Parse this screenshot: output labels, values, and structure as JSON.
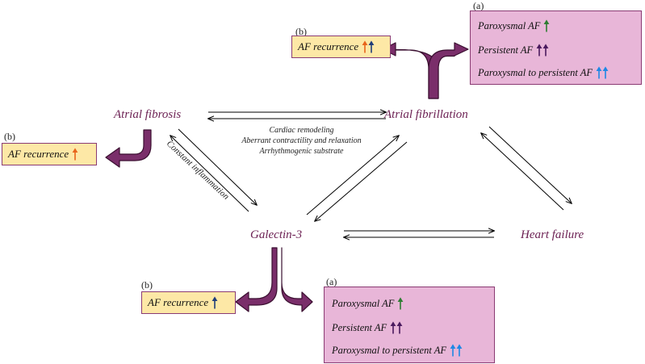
{
  "nodes": {
    "atrial_fibrosis": "Atrial fibrosis",
    "atrial_fibrillation": "Atrial fibrillation",
    "galectin3": "Galectin-3",
    "heart_failure": "Heart failure"
  },
  "edge_labels": {
    "fibrosis_fibrillation": [
      "Cardiac remodeling",
      "Aberrant contractility and relaxation",
      "Arrhythmogenic substrate"
    ],
    "fibrosis_galectin": "Constant inflammation"
  },
  "panel_a_label": "(a)",
  "panel_b_label": "(b)",
  "recurrence_text": "AF recurrence",
  "af_types": {
    "paroxysmal": "Paroxysmal AF",
    "persistent": "Persistent AF",
    "progression": "Paroxysmal to persistent AF"
  },
  "colors": {
    "node_text": "#6b1f52",
    "connector": "#7a2e6a",
    "recurrence_fill": "#fde8a6",
    "af_box_fill": "#e8b6d8",
    "arrow_orange": "#e8641b",
    "arrow_navy": "#1f3d7a",
    "arrow_green": "#2e7d32",
    "arrow_purple": "#4a1a5e",
    "arrow_blue": "#1e88e5"
  },
  "indicators": {
    "recurrence_af": [
      "orange",
      "navy"
    ],
    "recurrence_fibrosis": [
      "orange"
    ],
    "recurrence_galectin": [
      "navy"
    ],
    "paroxysmal": [
      "green"
    ],
    "persistent": [
      "purple",
      "purple"
    ],
    "progression": [
      "blue",
      "blue"
    ]
  }
}
